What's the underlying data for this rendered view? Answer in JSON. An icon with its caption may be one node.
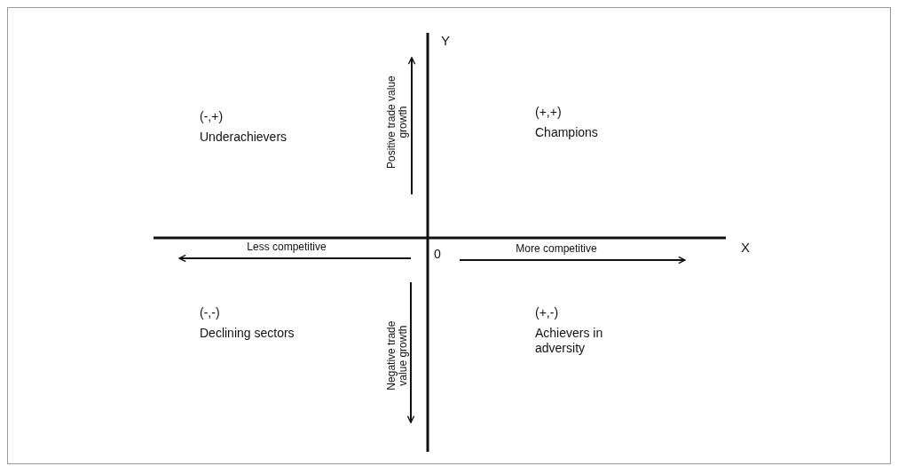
{
  "diagram": {
    "labels": [
      "Y",
      "(-,+)",
      "Underachievers",
      "Positive trade value growth",
      "(+,+)",
      "Champions",
      "Less competitive",
      "More competitive",
      "X",
      "0",
      "(-,-)",
      "Declining sectors",
      "Negative trade value growth",
      "(+,-)",
      "Achievers in adversity"
    ]
  }
}
